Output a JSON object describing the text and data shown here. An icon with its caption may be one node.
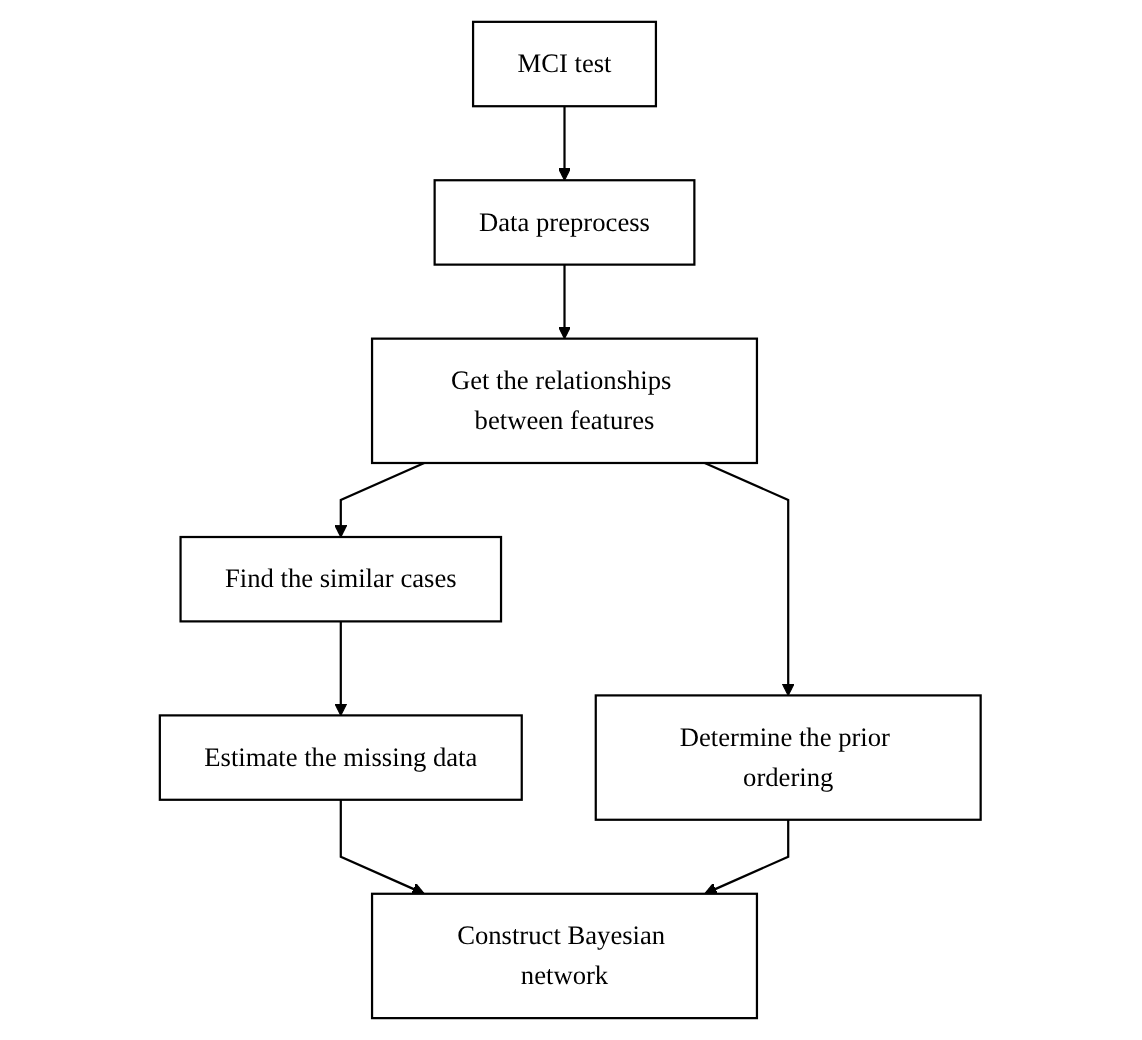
{
  "diagram": {
    "nodes": [
      {
        "text": [
          "MCI test"
        ]
      },
      {
        "text": [
          "Data preprocess"
        ]
      },
      {
        "text": [
          "Get the relationships between features"
        ]
      },
      {
        "text": [
          "Find the similar cases"
        ]
      },
      {
        "text": [
          "Determine the prior ordering"
        ]
      },
      {
        "text": [
          "Estimate the missing data"
        ]
      },
      {
        "text": [
          "Construct Bayesian network"
        ]
      }
    ],
    "edges": [
      {
        "from": 0,
        "to": 1,
        "arrow": "to"
      },
      {
        "from": 1,
        "to": 2,
        "arrow": "to"
      },
      {
        "from": 2,
        "to": 3,
        "arrow": "to"
      },
      {
        "from": 2,
        "to": 4,
        "arrow": "to"
      },
      {
        "from": 3,
        "to": 5,
        "arrow": "to"
      },
      {
        "from": 5,
        "to": 6,
        "arrow": "to"
      },
      {
        "from": 4,
        "to": 6,
        "arrow": "to"
      }
    ]
  }
}
